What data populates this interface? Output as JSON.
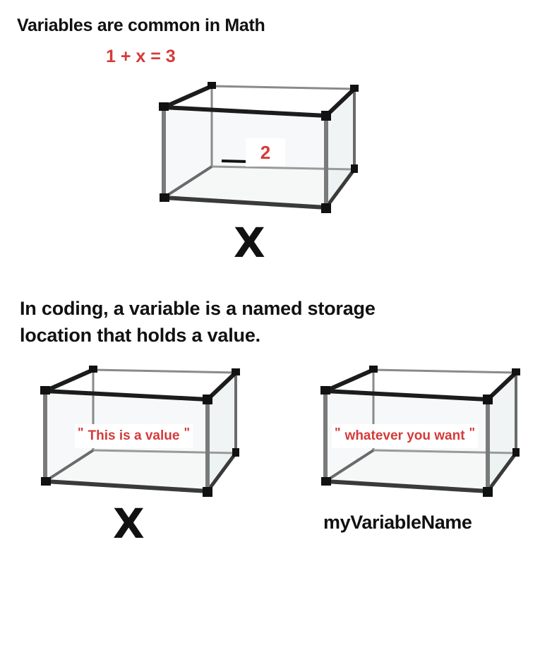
{
  "heading": "Variables are common in Math",
  "equation": "1 + x = 3",
  "math_box": {
    "value": "2",
    "name": "X"
  },
  "definition": "In coding, a variable is a named storage location that holds a value.",
  "code_boxes": [
    {
      "value": "This is a value",
      "name": "X"
    },
    {
      "value": "whatever you want",
      "name": "myVariableName"
    }
  ],
  "quote_mark": "\"",
  "colors": {
    "accent": "#d63a3a",
    "frame": "#1c1c1c",
    "post": "#7a7a7a",
    "glass": "#eef3f4"
  }
}
